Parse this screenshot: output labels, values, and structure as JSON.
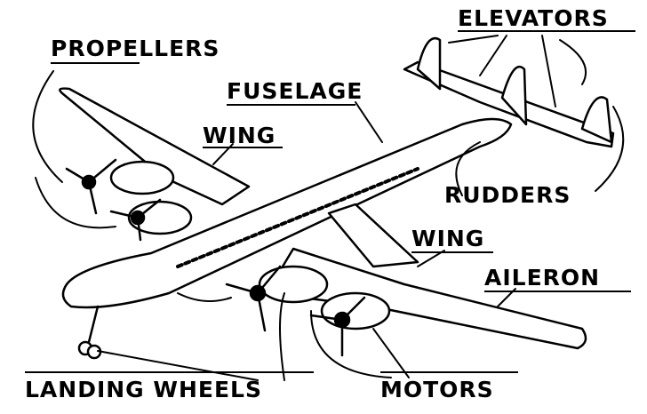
{
  "labels": {
    "propellers": "PROPELLERS",
    "fuselage": "FUSELAGE",
    "wing_left": "WING",
    "elevators": "ELEVATORS",
    "rudders": "RUDDERS",
    "wing_right": "WING",
    "aileron": "AILERON",
    "landing_wheels": "LANDING WHEELS",
    "motors": "MOTORS"
  }
}
